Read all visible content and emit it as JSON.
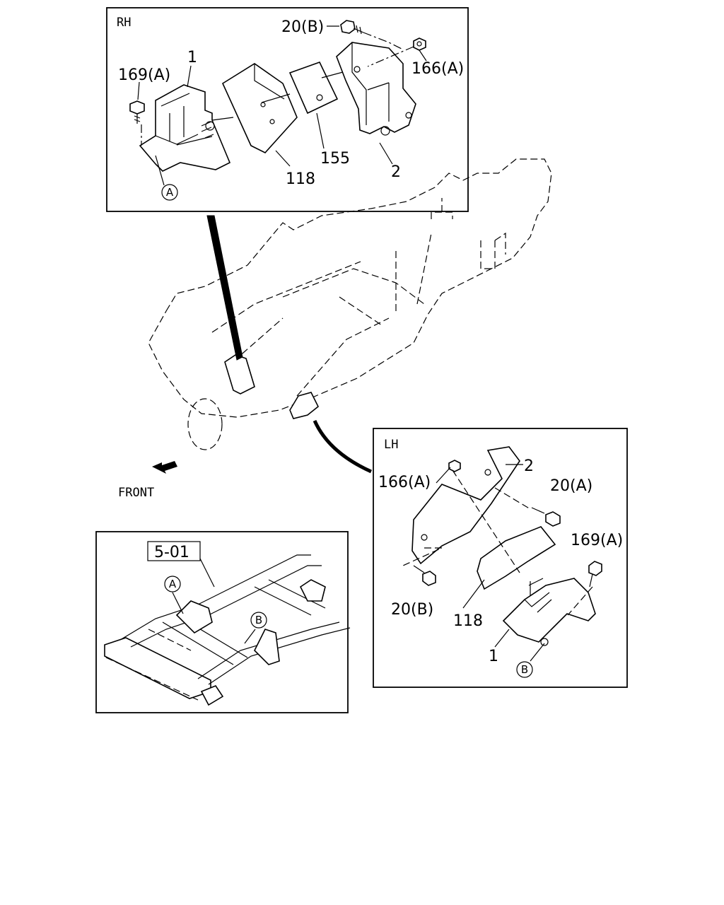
{
  "rh_panel": {
    "title": "RH",
    "labels": {
      "p20b": "20(B)",
      "p166a": "166(A)",
      "p169a": "169(A)",
      "p1": "1",
      "p118": "118",
      "p155": "155",
      "p2": "2",
      "ref_a": "A"
    }
  },
  "lh_panel": {
    "title": "LH",
    "labels": {
      "p166a": "166(A)",
      "p2": "2",
      "p20a": "20(A)",
      "p169a": "169(A)",
      "p20b": "20(B)",
      "p118": "118",
      "p1": "1",
      "ref_b": "B"
    }
  },
  "front_label": "FRONT",
  "frame_panel": {
    "ref_box": "5-01",
    "ref_a": "A",
    "ref_b": "B"
  }
}
